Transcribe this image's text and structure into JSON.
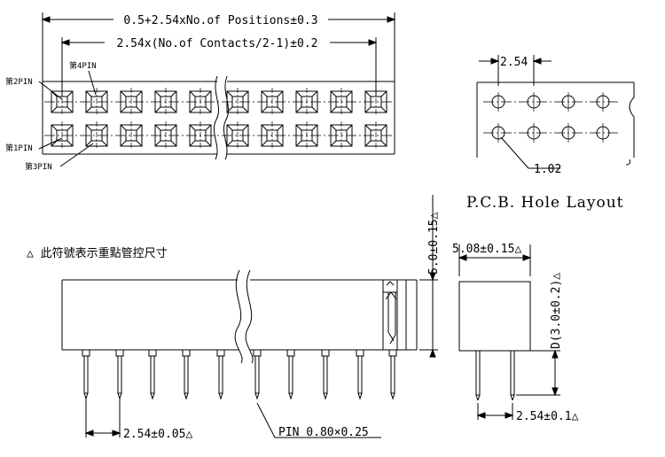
{
  "top_view": {
    "overall_dim": "0.5+2.54xNo.of Positions±0.3",
    "contacts_dim": "2.54x(No.of Contacts/2-1)±0.2",
    "pin2": "第2PIN",
    "pin4": "第4PIN",
    "pin1": "第1PIN",
    "pin3": "第3PIN"
  },
  "pcb": {
    "pitch": "2.54",
    "hole": "1.02",
    "title": "P.C.B. Hole Layout"
  },
  "side_view": {
    "note": "△ 此符號表示重點管控尺寸",
    "height_dim": "5.0±0.15△",
    "pin_pitch": "2.54±0.05△",
    "pin_size": "PIN 0.80×0.25"
  },
  "end_view": {
    "width_dim": "5.08±0.15△",
    "depth_dim": "D(3.0±0.2)△",
    "row_pitch": "2.54±0.1△"
  }
}
